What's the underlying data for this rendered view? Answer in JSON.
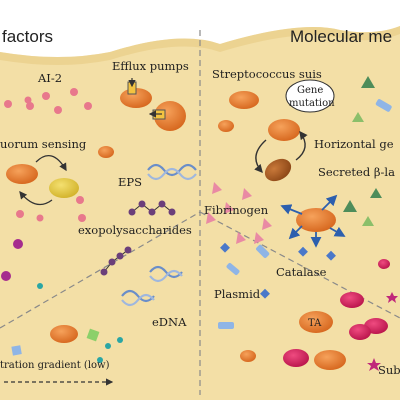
{
  "headers": {
    "left": "factors",
    "right": "Molecular me"
  },
  "left_panel": {
    "ai2": "AI-2",
    "efflux": "Efflux pumps",
    "quorum": "uorum sensing",
    "eps": "EPS",
    "exo": "exopolysaccharides",
    "edna": "eDNA",
    "gradient": "tration gradient  (low)"
  },
  "right_panel": {
    "strep": "Streptococcus suis",
    "gene_line1": "Gene",
    "gene_line2": "mutation",
    "horizontal": "Horizontal ge",
    "secreted": "Secreted β-la",
    "fibrinogen": "Fibrinogen",
    "catalase": "Catalase",
    "plasmid": "Plasmid",
    "ta": "TA",
    "sub": "Sub"
  },
  "colors": {
    "background": "#f3dfa6",
    "cell": "#e87a2a",
    "magenta": "#d21e5c",
    "dot_pink": "#e8788c",
    "plasmid_blue": "#8fb5e6",
    "triangle_pink": "#e98aa4",
    "triangle_green": "#4e8d5a"
  }
}
